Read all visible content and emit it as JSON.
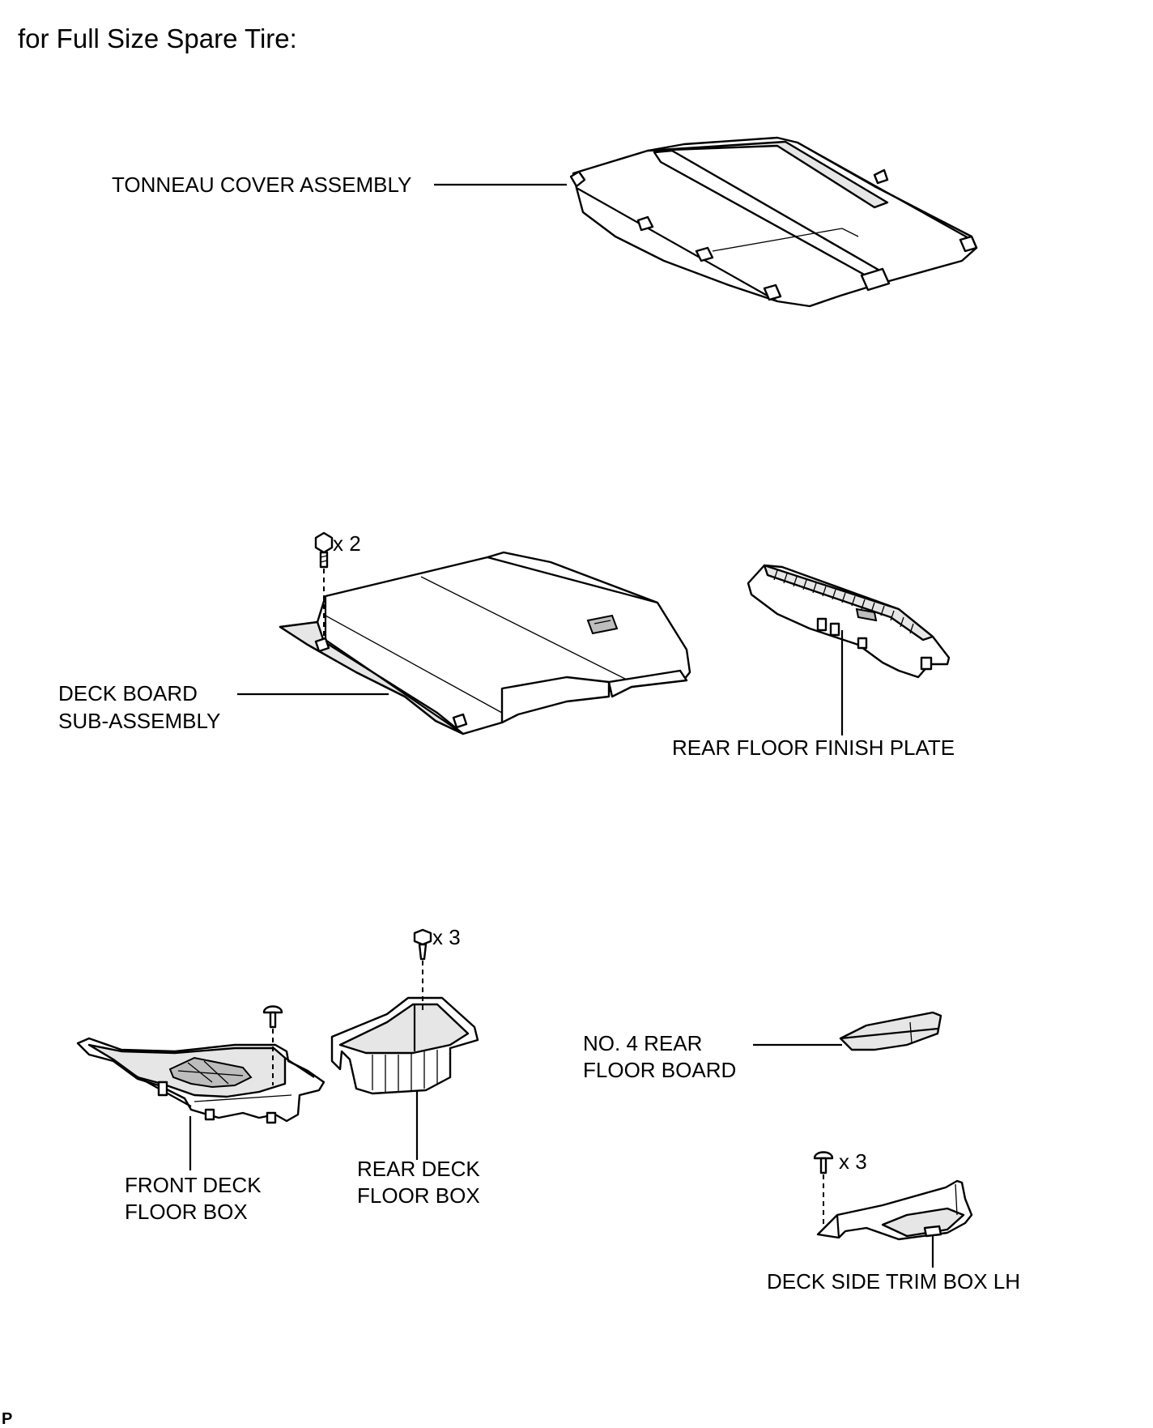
{
  "title": "for Full Size Spare Tire:",
  "parts": {
    "tonneau_cover": "TONNEAU COVER ASSEMBLY",
    "deck_board_line1": "DECK BOARD",
    "deck_board_line2": "SUB-ASSEMBLY",
    "rear_floor_finish_plate": "REAR FLOOR FINISH PLATE",
    "front_deck_floor_box_line1": "FRONT DECK",
    "front_deck_floor_box_line2": "FLOOR BOX",
    "rear_deck_floor_box_line1": "REAR DECK",
    "rear_deck_floor_box_line2": "FLOOR BOX",
    "no4_rear_floor_board_line1": "NO. 4 REAR",
    "no4_rear_floor_board_line2": "FLOOR BOARD",
    "deck_side_trim_box_lh": "DECK SIDE TRIM BOX LH"
  },
  "fastener_counts": {
    "deck_board_bolts": "x 2",
    "rear_deck_box_clips": "x 3",
    "deck_side_trim_clips": "x 3"
  },
  "footer_code": "P"
}
